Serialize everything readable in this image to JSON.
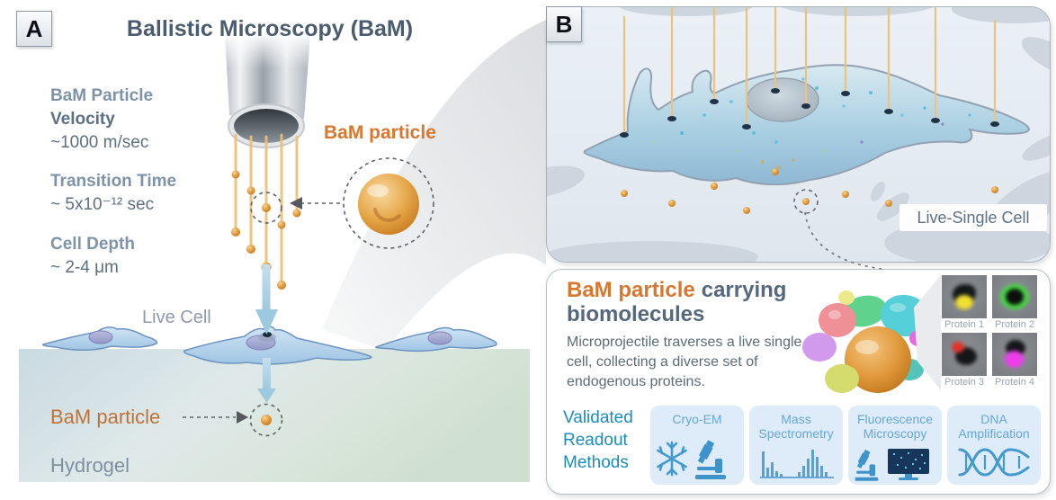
{
  "colors": {
    "accent_orange": "#d9772e",
    "title_slate": "#4b5c6e",
    "steel_blue_text": "#6e8496",
    "teal_readout": "#1b8cbe",
    "method_blue": "#67a6d8",
    "particle_orange": "#e09a3c",
    "hydrogel_green": "#d8e5da",
    "panel_b_bg": "#e7edf3"
  },
  "panel_a": {
    "label": "A",
    "title": "Ballistic Microscopy (BaM)",
    "stats": [
      {
        "label": "BaM Particle",
        "label2": "Velocity",
        "value": "~1000 m/sec"
      },
      {
        "label": "Transition Time",
        "value": "~ 5x10⁻¹² sec"
      },
      {
        "label": "Cell Depth",
        "value": "~ 2-4 μm"
      }
    ],
    "particle_callout": "BaM particle",
    "live_cell": "Live Cell",
    "particle_in_gel": "BaM particle",
    "hydrogel": "Hydrogel"
  },
  "panel_b": {
    "label": "B",
    "caption": "Live-Single Cell"
  },
  "panel_c": {
    "title_accent": "BaM particle",
    "title_rest": "carrying",
    "title_line2": "biomolecules",
    "description": "Microprojectile traverses a live single cell, collecting a diverse set of endogenous proteins.",
    "proteins": [
      "Protein 1",
      "Protein 2",
      "Protein 3",
      "Protein 4"
    ],
    "readout_label": "Validated Readout Methods",
    "methods": [
      {
        "label": "Cryo-EM",
        "icon": "cryo-em-icon"
      },
      {
        "label": "Mass Spectrometry",
        "icon": "mass-spectrometry-icon"
      },
      {
        "label": "Fluorescence Microscopy",
        "icon": "fluorescence-microscopy-icon"
      },
      {
        "label": "DNA Amplification",
        "icon": "dna-amplification-icon"
      }
    ]
  }
}
